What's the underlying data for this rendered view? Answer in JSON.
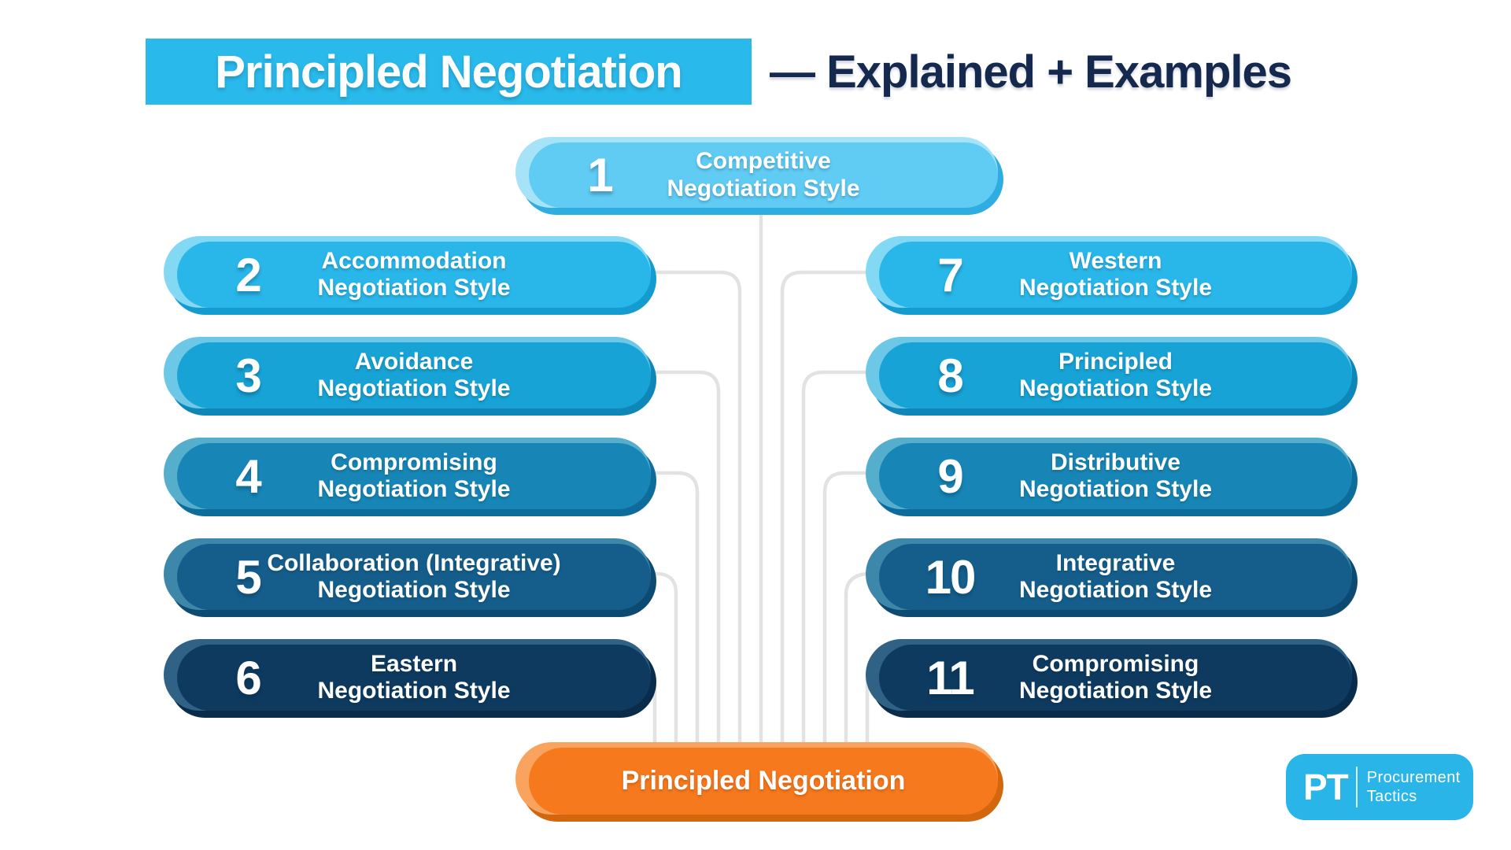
{
  "title": {
    "highlighted": "Principled Negotiation",
    "rest": "— Explained + Examples",
    "colors": {
      "highlight": "#29b9ea",
      "rest": "#14294d"
    }
  },
  "pills": [
    {
      "number": "1",
      "line1": "Competitive",
      "line2": "Negotiation Style",
      "colors": {
        "body": "#60cbf3",
        "rim": "#a7e3f8",
        "shadow": "#2fade0"
      }
    },
    {
      "number": "2",
      "line1": "Accommodation",
      "line2": "Negotiation Style",
      "colors": {
        "body": "#29b7ea",
        "rim": "#83d9f4",
        "shadow": "#149cd0"
      }
    },
    {
      "number": "3",
      "line1": "Avoidance",
      "line2": "Negotiation Style",
      "colors": {
        "body": "#18a3d6",
        "rim": "#6cc8e6",
        "shadow": "#0e86b8"
      }
    },
    {
      "number": "4",
      "line1": "Compromising",
      "line2": "Negotiation Style",
      "colors": {
        "body": "#1786b6",
        "rim": "#56aecd",
        "shadow": "#0d6c99"
      }
    },
    {
      "number": "5",
      "line1": "Collaboration (Integrative)",
      "line2": "Negotiation Style",
      "colors": {
        "body": "#155e8c",
        "rim": "#3d87aa",
        "shadow": "#0d4a72"
      }
    },
    {
      "number": "6",
      "line1": "Eastern",
      "line2": "Negotiation Style",
      "colors": {
        "body": "#0e3a5f",
        "rim": "#2f6285",
        "shadow": "#092c4b"
      }
    },
    {
      "number": "7",
      "line1": "Western",
      "line2": "Negotiation Style",
      "colors": {
        "body": "#29b7ea",
        "rim": "#83d9f4",
        "shadow": "#149cd0"
      }
    },
    {
      "number": "8",
      "line1": "Principled",
      "line2": "Negotiation Style",
      "colors": {
        "body": "#18a3d6",
        "rim": "#6cc8e6",
        "shadow": "#0e86b8"
      }
    },
    {
      "number": "9",
      "line1": "Distributive",
      "line2": "Negotiation Style",
      "colors": {
        "body": "#1786b6",
        "rim": "#56aecd",
        "shadow": "#0d6c99"
      }
    },
    {
      "number": "10",
      "line1": "Integrative",
      "line2": "Negotiation Style",
      "colors": {
        "body": "#155e8c",
        "rim": "#3d87aa",
        "shadow": "#0d4a72"
      }
    },
    {
      "number": "11",
      "line1": "Compromising",
      "line2": "Negotiation Style",
      "colors": {
        "body": "#0e3a5f",
        "rim": "#2f6285",
        "shadow": "#092c4b"
      }
    }
  ],
  "center_pill": {
    "label": "Principled Negotiation",
    "colors": {
      "body": "#f6791d",
      "rim": "#f9a35e",
      "shadow": "#d2670e"
    }
  },
  "logo": {
    "monogram": "PT",
    "line1": "Procurement",
    "line2": "Tactics",
    "colors": {
      "bg": "#29b5e8"
    }
  },
  "connector_color": "#e2e2e2"
}
